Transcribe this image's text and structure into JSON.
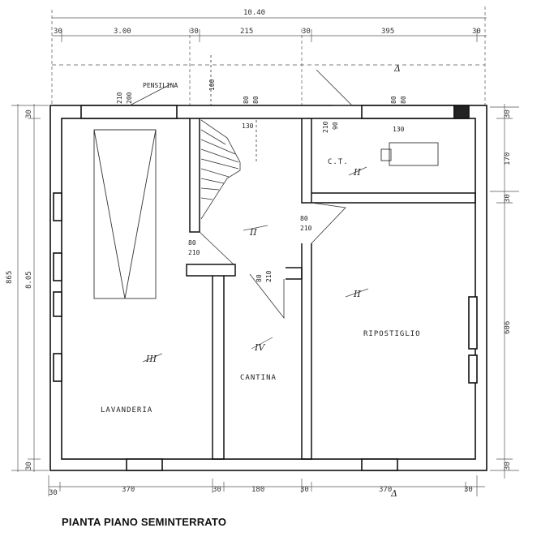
{
  "caption": "PIANTA PIANO SEMINTERRATO",
  "dims_top": {
    "total": "10.40",
    "seg1": "3.00",
    "seg2": "215",
    "seg3": "395",
    "w1": "30",
    "w2": "30",
    "w3": "30",
    "w4": "30"
  },
  "dims_bottom": {
    "seg1": "370",
    "seg2": "180",
    "seg3": "370",
    "w1": "30",
    "w2": "30",
    "w3": "30",
    "w4": "30"
  },
  "dims_left": {
    "outer": "865",
    "inner": "8.05",
    "w1": "30",
    "w2": "30"
  },
  "dims_right": {
    "seg1": "170",
    "seg2": "606",
    "w1": "30",
    "w2": "30",
    "w3": "30"
  },
  "labels": {
    "lavanderia": "LAVANDERIA",
    "cantina": "CANTINA",
    "ripostiglio": "RIPOSTIGLIO",
    "ct": "C.T.",
    "pensilina": "PENSILINA",
    "door_top_left_a": "210",
    "door_top_left_b": "200",
    "door_top_mid": "100",
    "door_top_mid2_a": "80",
    "door_top_mid2_b": "80",
    "door_stairs": "130",
    "door_ct_a": "210",
    "door_ct_b": "90",
    "door_ct_c": "130",
    "door_ct_d": "80",
    "door_ct_e": "80",
    "door_hall_a": "80",
    "door_hall_b": "210",
    "door_left_a": "80",
    "door_left_b": "210",
    "door_cantina_a": "80",
    "door_cantina_b": "210",
    "mark_lav": "III",
    "mark_cant": "IV",
    "mark_rip": "II",
    "mark_hall": "II",
    "mark_ct": "II",
    "mark_delta": "Δ"
  }
}
